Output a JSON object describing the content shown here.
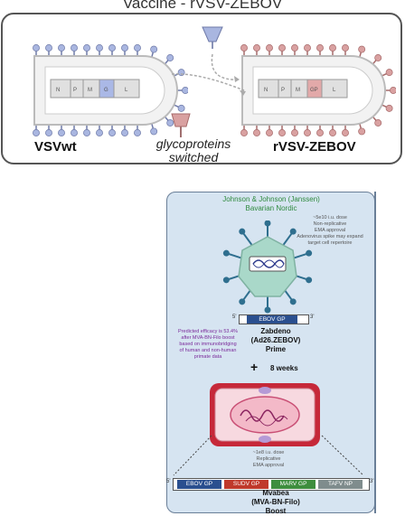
{
  "top": {
    "title": "Vaccine -  rVSV-ZEBOV",
    "left_label": "VSVwt",
    "right_label": "rVSV-ZEBOV",
    "middle_label_1": "glycoproteins",
    "middle_label_2": "switched",
    "left_genes": [
      "N",
      "P",
      "M",
      "G",
      "L"
    ],
    "right_genes": [
      "N",
      "P",
      "M",
      "GP",
      "L"
    ]
  },
  "bottom": {
    "company_1": "Johnson & Johnson (Janssen)",
    "company_2": "Bavarian Nordic",
    "note_top_1": "~5e10 i.u. dose",
    "note_top_2": "Non-replicative",
    "note_top_3": "EMA approval",
    "note_top_4": "Adenovirus spike may expand",
    "note_top_5": "target cell repertoire",
    "gene_label": "EBOV GP",
    "five_prime": "5'",
    "three_prime": "3'",
    "efficacy_1": "Predicted efficacy is 53.4%",
    "efficacy_2": "after MVA-BN-Filo boost",
    "efficacy_3": "based on immunobridging",
    "efficacy_4": "of human and non-human",
    "efficacy_5": "primate data",
    "prime_name_1": "Zabdeno",
    "prime_name_2": "(Ad26.ZEBOV)",
    "prime_name_3": "Prime",
    "interval": "8 weeks",
    "plus": "+",
    "note_mid_1": "~1e8 i.u. dose",
    "note_mid_2": "Replicative",
    "note_mid_3": "EMA approval",
    "segments": [
      "EBOV GP",
      "SUDV GP",
      "MARV GP",
      "TAFV NP"
    ],
    "segment_colors": [
      "#2a4f8f",
      "#c0392b",
      "#3e8e3e",
      "#7f8c8d"
    ],
    "boost_name_1": "Mvabea",
    "boost_name_2": "(MVA-BN-Filo)",
    "boost_name_3": "Boost"
  }
}
